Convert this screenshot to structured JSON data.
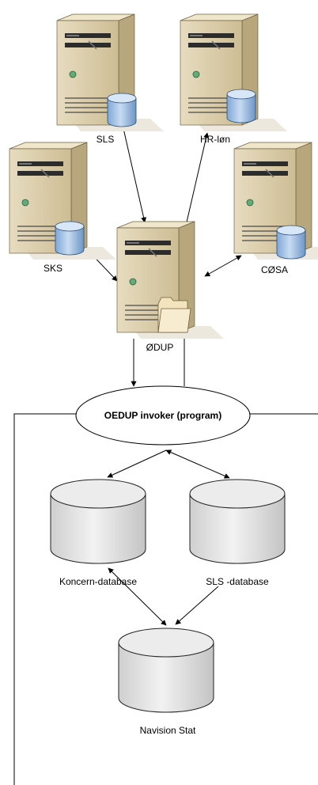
{
  "servers": {
    "sls": {
      "label": "SLS",
      "icon": "server-with-database-icon"
    },
    "hr": {
      "label": "HR-løn",
      "icon": "server-with-database-icon"
    },
    "sks": {
      "label": "SKS",
      "icon": "server-with-database-icon"
    },
    "cosa": {
      "label": "CØSA",
      "icon": "server-with-database-icon"
    },
    "odup": {
      "label": "ØDUP",
      "icon": "server-with-folder-icon"
    }
  },
  "invoker": {
    "label": "OEDUP invoker (program)"
  },
  "databases": {
    "koncern": {
      "label": "Koncern-database",
      "icon": "database-cylinder-icon"
    },
    "sls_db": {
      "label": "SLS -database",
      "icon": "database-cylinder-icon"
    },
    "navision": {
      "label": "Navision Stat",
      "icon": "database-cylinder-icon"
    }
  },
  "colors": {
    "server_front": "#dccfae",
    "server_side": "#b6a47a",
    "server_top": "#ede4c8",
    "db_blue": "#a9c7e8",
    "db_grey": "#e3e3e3",
    "shadow": "#ede9e1",
    "line": "#000000"
  }
}
